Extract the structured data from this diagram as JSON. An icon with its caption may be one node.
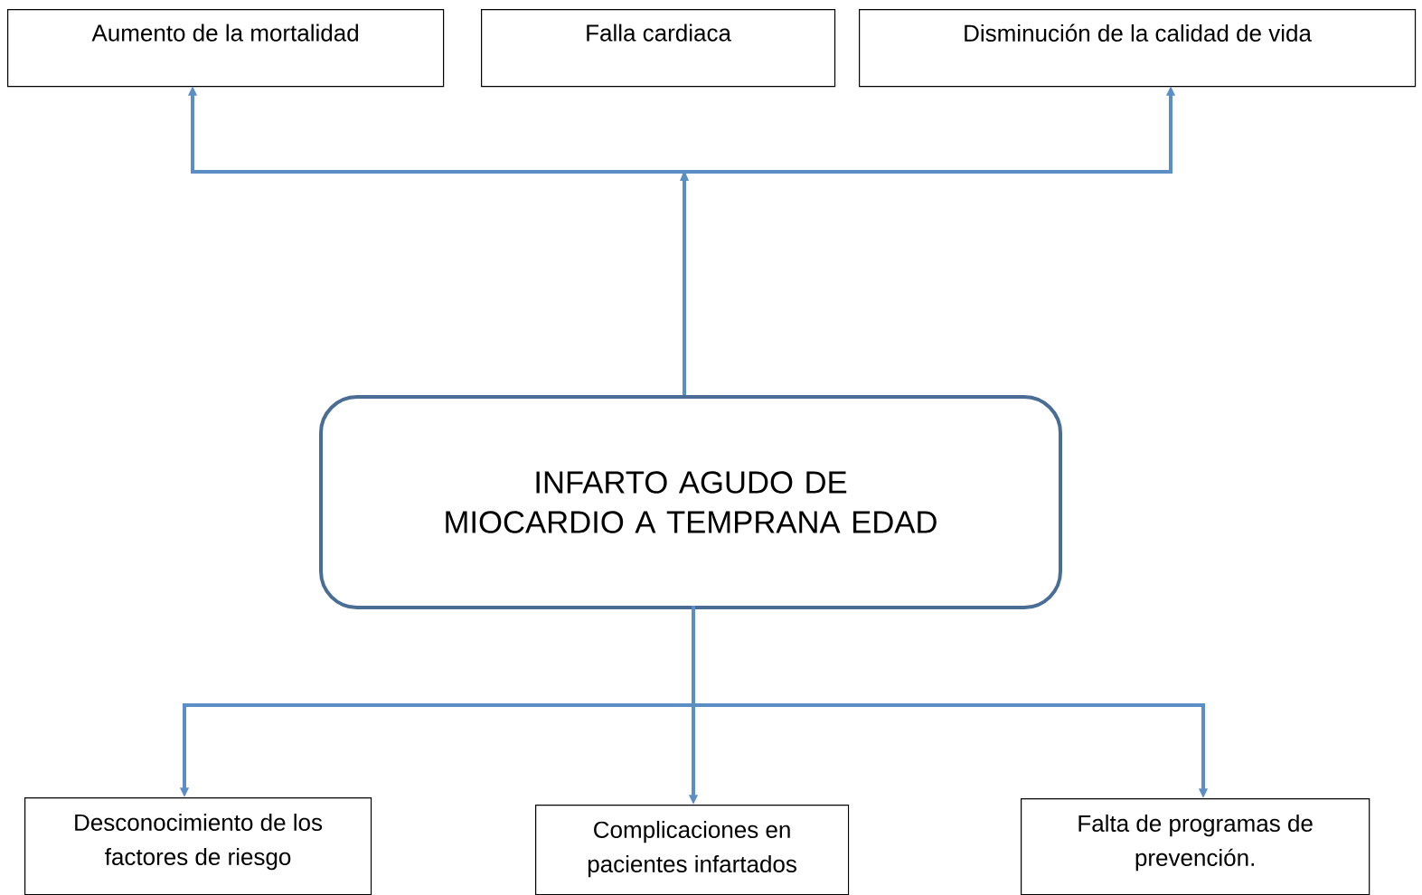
{
  "diagram": {
    "nodes": [
      {
        "text": [
          "Aumento de la mortalidad"
        ]
      },
      {
        "text": [
          "Falla cardiaca"
        ]
      },
      {
        "text": [
          "Disminución de la calidad de vida"
        ]
      },
      {
        "text": [
          "INFARTO AGUDO DE MIOCARDIO A TEMPRANA EDAD"
        ]
      },
      {
        "text": [
          "Desconocimiento de los factores de riesgo"
        ]
      },
      {
        "text": [
          "Complicaciones en pacientes infartados"
        ]
      },
      {
        "text": [
          "Falta de programas de prevención."
        ]
      }
    ],
    "edges": [
      {
        "from": 3,
        "to": 0,
        "arrow": "to"
      },
      {
        "from": 3,
        "to": 2,
        "arrow": "to"
      },
      {
        "from": 3,
        "to": 4,
        "arrow": "to"
      },
      {
        "from": 3,
        "to": 5,
        "arrow": "to"
      },
      {
        "from": 3,
        "to": 6,
        "arrow": "to"
      }
    ]
  }
}
